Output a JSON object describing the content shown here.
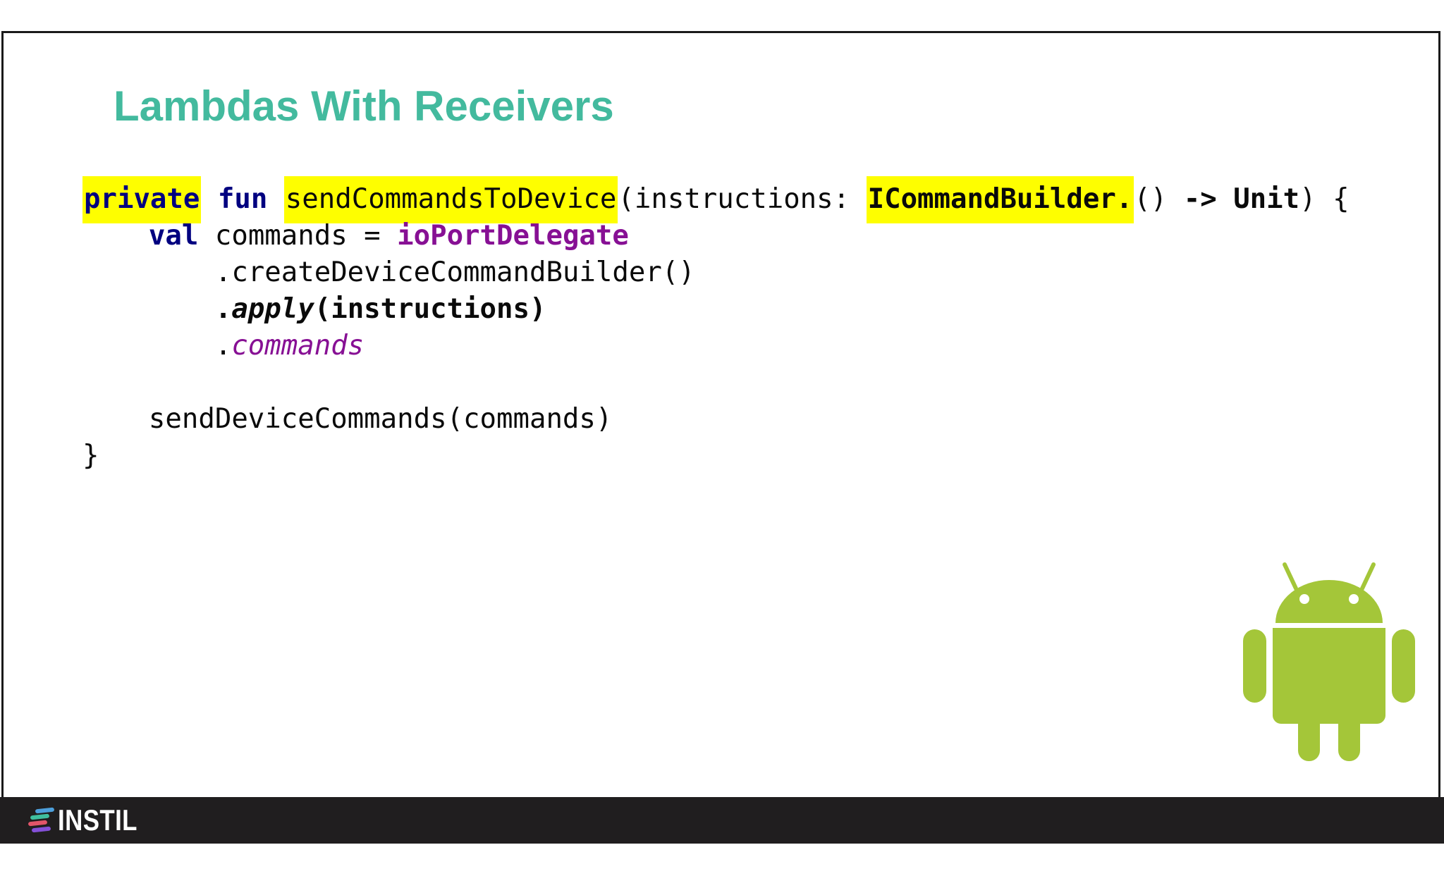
{
  "slide": {
    "title": "Lambdas With Receivers"
  },
  "code": {
    "lines": [
      {
        "tokens": [
          {
            "t": "private",
            "s": "kw hl"
          },
          {
            "t": " ",
            "s": ""
          },
          {
            "t": "fun",
            "s": "kw"
          },
          {
            "t": " ",
            "s": ""
          },
          {
            "t": "sendCommandsToDevice",
            "s": "hl"
          },
          {
            "t": "(instructions: ",
            "s": ""
          },
          {
            "t": "ICommandBuilder.",
            "s": "b hl"
          },
          {
            "t": "() ",
            "s": ""
          },
          {
            "t": "-> Unit",
            "s": "b"
          },
          {
            "t": ") {",
            "s": ""
          }
        ]
      },
      {
        "tokens": [
          {
            "t": "    ",
            "s": ""
          },
          {
            "t": "val",
            "s": "kw"
          },
          {
            "t": " commands = ",
            "s": ""
          },
          {
            "t": "ioPortDelegate",
            "s": "prop"
          }
        ]
      },
      {
        "tokens": [
          {
            "t": "        .createDeviceCommandBuilder()",
            "s": ""
          }
        ]
      },
      {
        "tokens": [
          {
            "t": "        ",
            "s": ""
          },
          {
            "t": ".",
            "s": "b"
          },
          {
            "t": "apply",
            "s": "bi"
          },
          {
            "t": "(instructions)",
            "s": "b"
          }
        ]
      },
      {
        "tokens": [
          {
            "t": "        .",
            "s": ""
          },
          {
            "t": "commands",
            "s": "propi"
          }
        ]
      },
      {
        "tokens": []
      },
      {
        "tokens": [
          {
            "t": "    sendDeviceCommands(commands)",
            "s": ""
          }
        ]
      },
      {
        "tokens": [
          {
            "t": "}",
            "s": ""
          }
        ]
      }
    ]
  },
  "colors": {
    "title_teal": "#43BA9E",
    "keyword_navy": "#000080",
    "highlight_yellow": "#FEFE00",
    "property_purple": "#871094",
    "code_text": "#0A0A0A",
    "android_green": "#A4C639",
    "footer_background": "#201E1F"
  },
  "footer": {
    "brand": "INSTIL",
    "logo_bar_colors": [
      "#4D9FDB",
      "#3FBF9F",
      "#E2556A",
      "#8450D8"
    ]
  },
  "icons": {
    "android": "android-robot-icon",
    "instil_logo": "instil-logo-icon"
  }
}
